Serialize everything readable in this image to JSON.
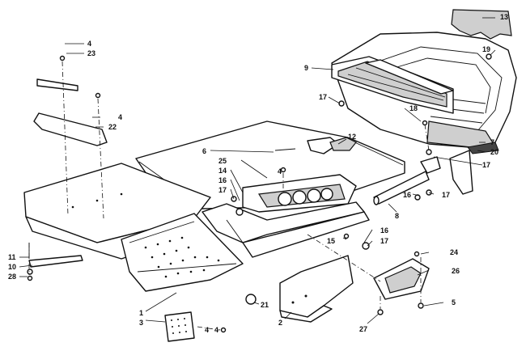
{
  "diagram": {
    "callouts": [
      {
        "id": "c1",
        "label": "1"
      },
      {
        "id": "c2",
        "label": "2"
      },
      {
        "id": "c3",
        "label": "3"
      },
      {
        "id": "c4a",
        "label": "4"
      },
      {
        "id": "c4b",
        "label": "4"
      },
      {
        "id": "c4c",
        "label": "4"
      },
      {
        "id": "c4d",
        "label": "4"
      },
      {
        "id": "c4e",
        "label": "4"
      },
      {
        "id": "c5",
        "label": "5"
      },
      {
        "id": "c6",
        "label": "6"
      },
      {
        "id": "c7",
        "label": "7"
      },
      {
        "id": "c8",
        "label": "8"
      },
      {
        "id": "c9",
        "label": "9"
      },
      {
        "id": "c10",
        "label": "10"
      },
      {
        "id": "c11",
        "label": "11"
      },
      {
        "id": "c12",
        "label": "12"
      },
      {
        "id": "c13",
        "label": "13"
      },
      {
        "id": "c14",
        "label": "14"
      },
      {
        "id": "c15",
        "label": "15"
      },
      {
        "id": "c16a",
        "label": "16"
      },
      {
        "id": "c16b",
        "label": "16"
      },
      {
        "id": "c16c",
        "label": "16"
      },
      {
        "id": "c17a",
        "label": "17"
      },
      {
        "id": "c17b",
        "label": "17"
      },
      {
        "id": "c17c",
        "label": "17"
      },
      {
        "id": "c17d",
        "label": "17"
      },
      {
        "id": "c17e",
        "label": "17"
      },
      {
        "id": "c18",
        "label": "18"
      },
      {
        "id": "c19",
        "label": "19"
      },
      {
        "id": "c20",
        "label": "20"
      },
      {
        "id": "c21",
        "label": "21"
      },
      {
        "id": "c22",
        "label": "22"
      },
      {
        "id": "c23",
        "label": "23"
      },
      {
        "id": "c24",
        "label": "24"
      },
      {
        "id": "c25",
        "label": "25"
      },
      {
        "id": "c26",
        "label": "26"
      },
      {
        "id": "c27",
        "label": "27"
      },
      {
        "id": "c28",
        "label": "28"
      }
    ]
  }
}
